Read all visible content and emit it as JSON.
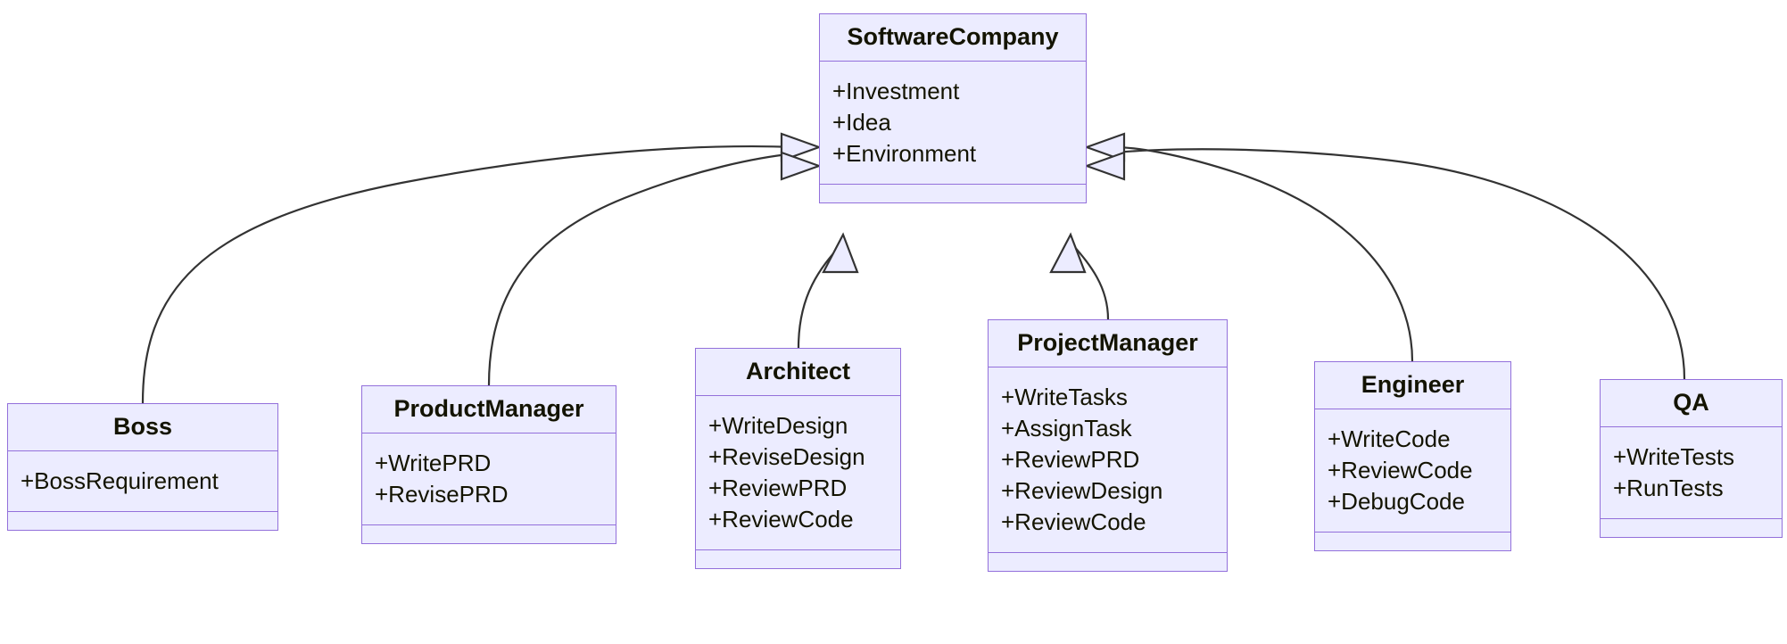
{
  "diagram": {
    "type": "uml-class-diagram",
    "title": "",
    "relationship_type": "generalization",
    "style": {
      "node_fill": "#ECECFF",
      "node_border": "#9370DB",
      "text_color": "#131300",
      "edge_color": "#333333",
      "background": "#FFFFFF",
      "arrowhead": "hollow-triangle"
    },
    "classes": [
      {
        "id": "software-company",
        "name": "SoftwareCompany",
        "attributes": [
          "+Investment",
          "+Idea",
          "+Environment"
        ],
        "methods": []
      },
      {
        "id": "boss",
        "name": "Boss",
        "attributes": [
          "+BossRequirement"
        ],
        "methods": []
      },
      {
        "id": "product-manager",
        "name": "ProductManager",
        "attributes": [
          "+WritePRD",
          "+RevisePRD"
        ],
        "methods": []
      },
      {
        "id": "architect",
        "name": "Architect",
        "attributes": [
          "+WriteDesign",
          "+ReviseDesign",
          "+ReviewPRD",
          "+ReviewCode"
        ],
        "methods": []
      },
      {
        "id": "project-manager",
        "name": "ProjectManager",
        "attributes": [
          "+WriteTasks",
          "+AssignTask",
          "+ReviewPRD",
          "+ReviewDesign",
          "+ReviewCode"
        ],
        "methods": []
      },
      {
        "id": "engineer",
        "name": "Engineer",
        "attributes": [
          "+WriteCode",
          "+ReviewCode",
          "+DebugCode"
        ],
        "methods": []
      },
      {
        "id": "qa",
        "name": "QA",
        "attributes": [
          "+WriteTests",
          "+RunTests"
        ],
        "methods": []
      }
    ],
    "relationships": [
      {
        "from": "boss",
        "to": "software-company",
        "kind": "generalization",
        "label": ""
      },
      {
        "from": "product-manager",
        "to": "software-company",
        "kind": "generalization",
        "label": ""
      },
      {
        "from": "architect",
        "to": "software-company",
        "kind": "generalization",
        "label": ""
      },
      {
        "from": "project-manager",
        "to": "software-company",
        "kind": "generalization",
        "label": ""
      },
      {
        "from": "engineer",
        "to": "software-company",
        "kind": "generalization",
        "label": ""
      },
      {
        "from": "qa",
        "to": "software-company",
        "kind": "generalization",
        "label": ""
      }
    ]
  }
}
